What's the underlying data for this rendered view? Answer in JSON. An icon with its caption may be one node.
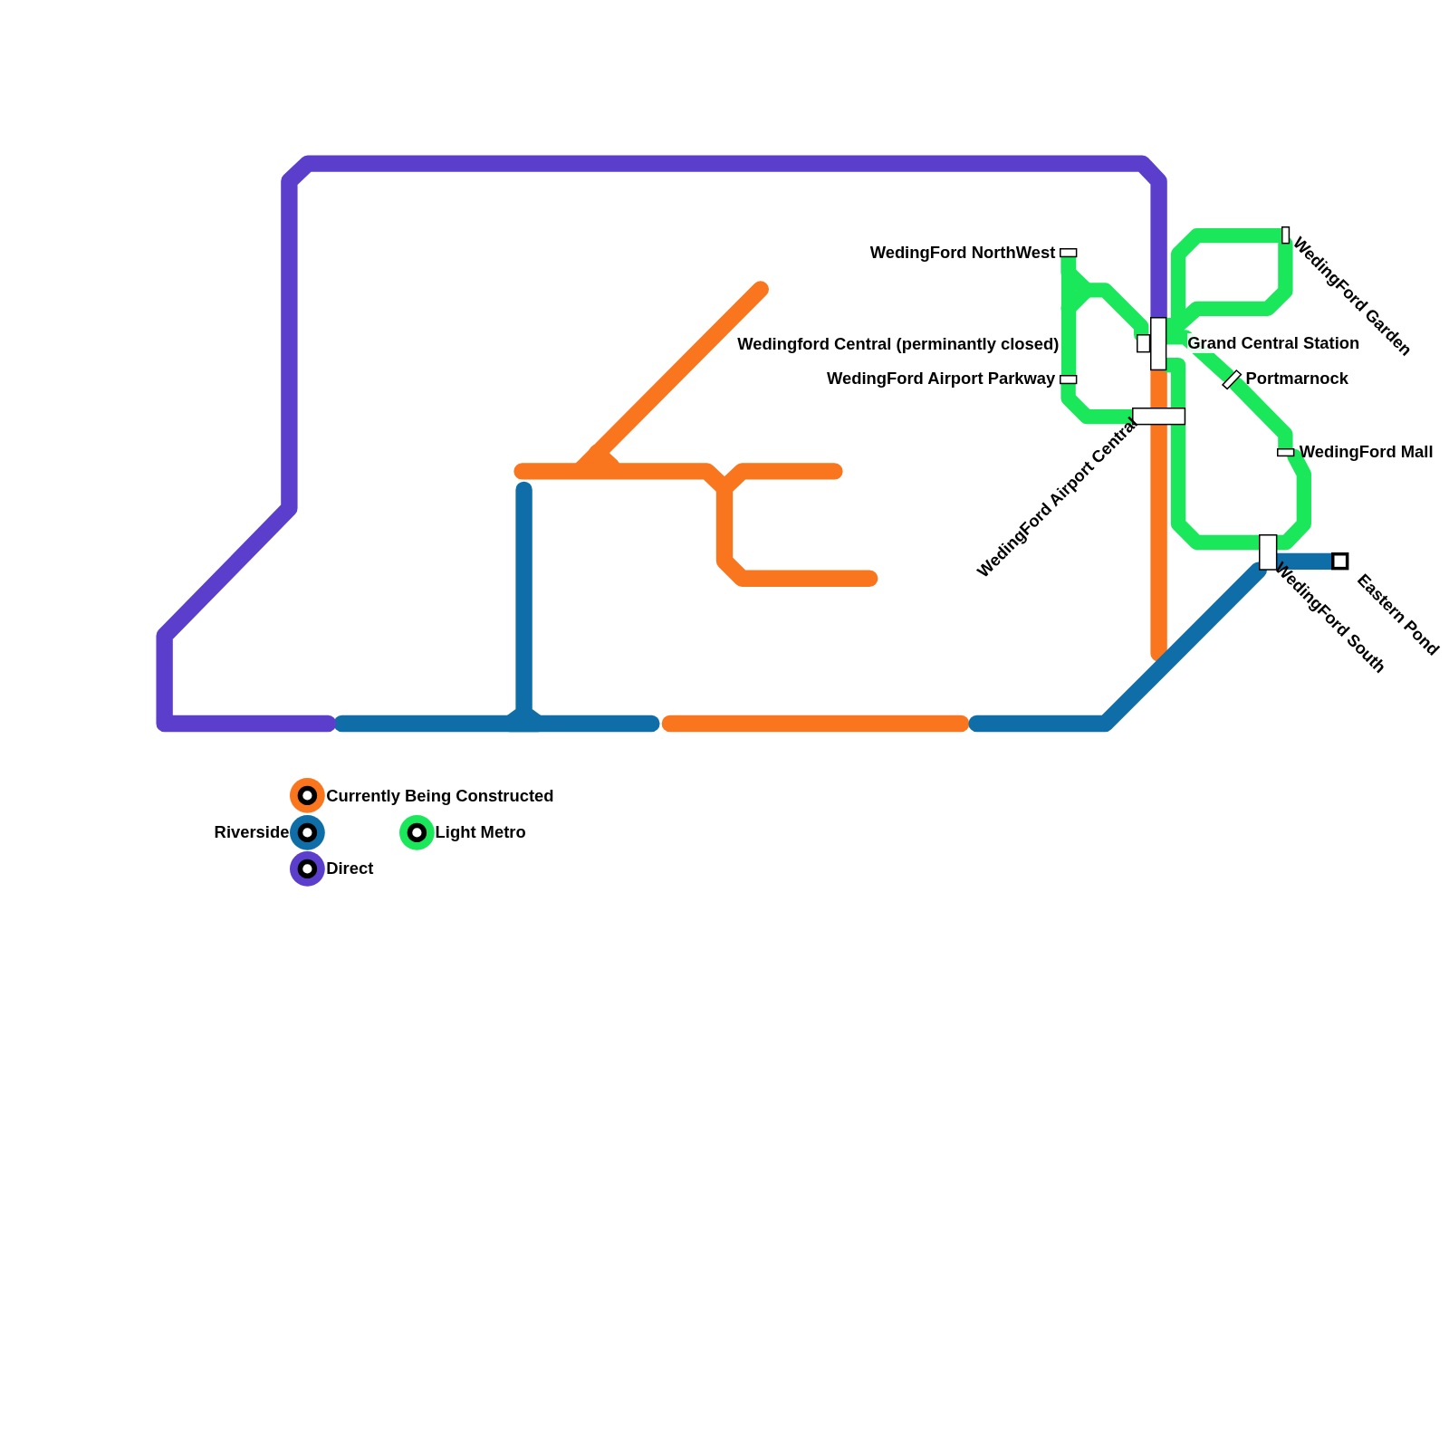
{
  "diagram": {
    "nodes": [
      {
        "text": [
          "WedingFord Garden"
        ]
      },
      {
        "text": [
          "WedingFord NorthWest"
        ]
      },
      {
        "text": [
          "Grand Central Station"
        ]
      },
      {
        "text": [
          "Wedingford Central (perminantly closed)"
        ]
      },
      {
        "text": [
          "WedingFord Airport Parkway"
        ]
      },
      {
        "text": [
          "Portmarnock"
        ]
      },
      {
        "text": [
          "WedingFord Airport Central"
        ]
      },
      {
        "text": [
          "WedingFord Mall"
        ]
      },
      {
        "text": [
          "WedingFord South"
        ]
      },
      {
        "text": [
          "Eastern Pond"
        ]
      }
    ],
    "edges": [
      {
        "from": null,
        "to": 2,
        "arrow": "none",
        "color": "#5b3fcc"
      },
      {
        "from": 2,
        "to": 6,
        "arrow": "none",
        "color": "#f9761e"
      },
      {
        "from": 6,
        "to": null,
        "arrow": "none",
        "color": "#f9761e"
      },
      {
        "from": null,
        "to": 8,
        "arrow": "none",
        "color": "#0f6ea8"
      },
      {
        "from": 8,
        "to": 9,
        "arrow": "none",
        "color": "#0f6ea8"
      },
      {
        "from": 1,
        "to": 4,
        "arrow": "none"
      },
      {
        "from": 1,
        "to": 3,
        "arrow": "none"
      },
      {
        "from": 4,
        "to": 6,
        "arrow": "none"
      },
      {
        "from": 2,
        "to": 0,
        "arrow": "none"
      },
      {
        "from": 2,
        "to": 5,
        "arrow": "none"
      },
      {
        "from": 5,
        "to": 7,
        "arrow": "none"
      },
      {
        "from": 7,
        "to": 8,
        "arrow": "none"
      },
      {
        "from": 2,
        "to": 8,
        "arrow": "none"
      }
    ],
    "legend": [
      {
        "text": "Currently Being Constructed",
        "color": "#f9761e"
      },
      {
        "text": "Riverside",
        "color": "#0f6ea8"
      },
      {
        "text": "Direct",
        "color": "#5b3fcc"
      },
      {
        "text": "Light Metro",
        "color": "#1ae85a"
      }
    ]
  }
}
